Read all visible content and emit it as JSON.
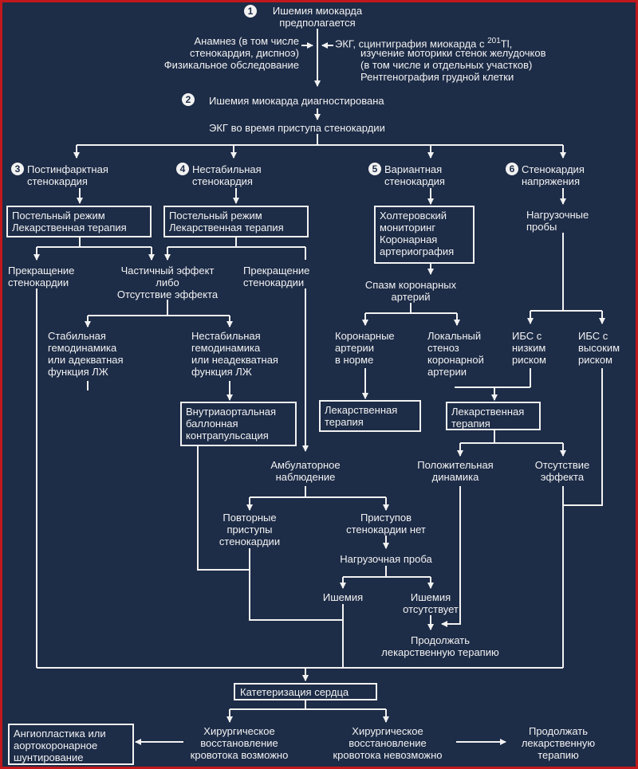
{
  "diagram": {
    "n1": "1",
    "n2": "2",
    "n3": "3",
    "n4": "4",
    "n5": "5",
    "n6": "6",
    "suspected": "Ишемия миокарда\nпредполагается",
    "anamnesis": "Анамнез (в том числе\nстенокардия, диспноэ)\nФизикальное обследование",
    "ecg_tests_a": "ЭКГ, сцинтиграфия миокарда с ",
    "ecg_tests_sup": "201",
    "ecg_tests_tl": "Tl,",
    "ecg_tests_b": "изучение моторики стенок желудочков\n(в том числе и отдельных участков)\nРентгенография грудной клетки",
    "diagnosed": "Ишемия миокарда диагностирована",
    "ecg_attack": "ЭКГ во время приступа стенокардии",
    "postinfarct": "Постинфарктная\nстенокардия",
    "unstable": "Нестабильная\nстенокардия",
    "variant": "Вариантная\nстенокардия",
    "exertion": "Стенокардия\nнапряжения",
    "bedrest_1": "Постельный режим\nЛекарственная терапия",
    "bedrest_2": "Постельный режим\nЛекарственная терапия",
    "holter": "Холтеровский\nмониторинг\nКоронарная\nартериография",
    "stress_tests": "Нагрузочные\nпробы",
    "stop_angina_1": "Прекращение\nстенокардии",
    "partial_effect": "Частичный эффект\nлибо\nОтсутствие эффекта",
    "stop_angina_2": "Прекращение\nстенокардии",
    "spasm": "Спазм коронарных\nартерий",
    "stable_hemo": "Стабильная\nгемодинамика\nили адекватная\nфункция ЛЖ",
    "unstable_hemo": "Нестабильная\nгемодинамика\nили неадекватная\nфункция ЛЖ",
    "coronary_normal": "Коронарные\nартерии\nв норме",
    "local_stenosis": "Локальный\nстеноз\nкоронарной\nартерии",
    "ihd_low": "ИБС с\nнизким\nриском",
    "ihd_high": "ИБС с\nвысоким\nриском",
    "iabp": "Внутриаортальная\nбаллонная\nконтрапульсация",
    "drug_therapy_1": "Лекарственная\nтерапия",
    "drug_therapy_2": "Лекарственная\nтерапия",
    "ambulatory": "Амбулаторное\nнаблюдение",
    "positive": "Положительная\nдинамика",
    "no_effect": "Отсутствие\nэффекта",
    "repeated": "Повторные\nприступы\nстенокардии",
    "no_attacks": "Приступов\nстенокардии нет",
    "stress_test": "Нагрузочная проба",
    "ischemia": "Ишемия",
    "no_ischemia": "Ишемия\nотсутствует",
    "continue_therapy_1": "Продолжать\nлекарственную терапию",
    "catheterization": "Катетеризация сердца",
    "angioplasty": "Ангиопластика или\nаортокоронарное\nшунтирование",
    "surgery_possible": "Хирургическое\nвосстановление\nкровотока возможно",
    "surgery_impossible": "Хирургическое\nвосстановление\nкровотока невозможно",
    "continue_therapy_2": "Продолжать\nлекарственную\nтерапию"
  }
}
